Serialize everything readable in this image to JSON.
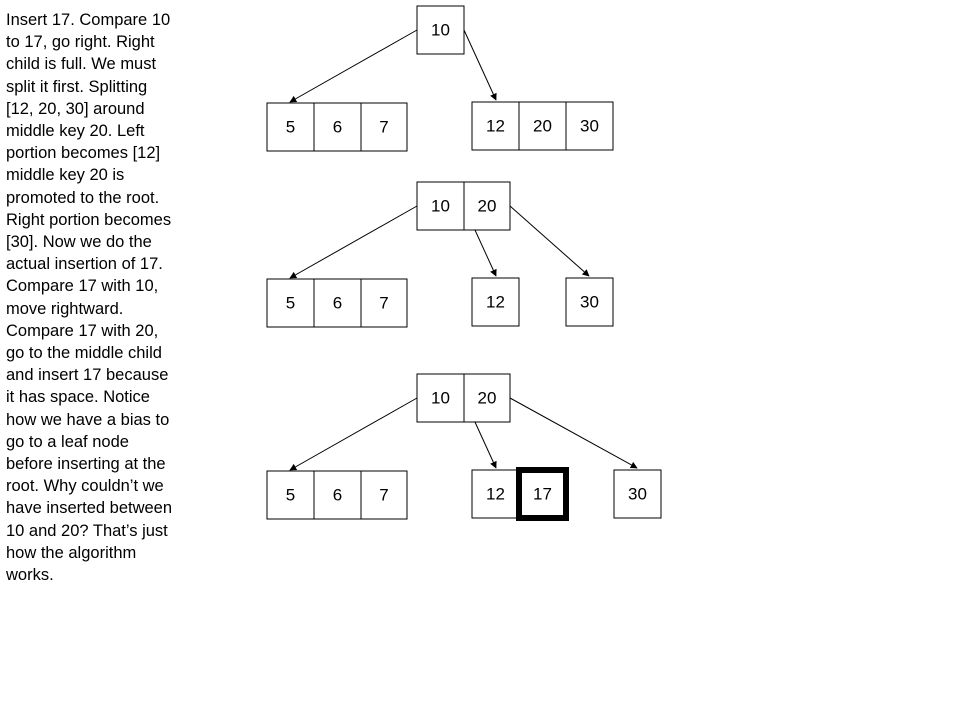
{
  "explanation": "Insert 17. Compare 10 to 17, go right. Right child is full. We must split it first. Splitting [12, 20, 30] around middle key 20. Left portion becomes [12] middle key 20 is promoted to the root. Right portion becomes [30]. Now we do the actual insertion of 17. Compare 17 with 10, move rightward. Compare 17 with 20, go to the middle child and insert 17 because it has space. Notice how we have a bias to go to a leaf node before inserting at the root. Why couldn’t we have inserted between 10 and 20? That’s just how the algorithm works.",
  "stages": [
    {
      "root": [
        "10"
      ],
      "children": [
        [
          "5",
          "6",
          "7"
        ],
        [
          "12",
          "20",
          "30"
        ]
      ]
    },
    {
      "root": [
        "10",
        "20"
      ],
      "children": [
        [
          "5",
          "6",
          "7"
        ],
        [
          "12"
        ],
        [
          "30"
        ]
      ]
    },
    {
      "root": [
        "10",
        "20"
      ],
      "children": [
        [
          "5",
          "6",
          "7"
        ],
        [
          "12",
          "17"
        ],
        [
          "30"
        ]
      ],
      "highlighted_key": "17"
    }
  ]
}
